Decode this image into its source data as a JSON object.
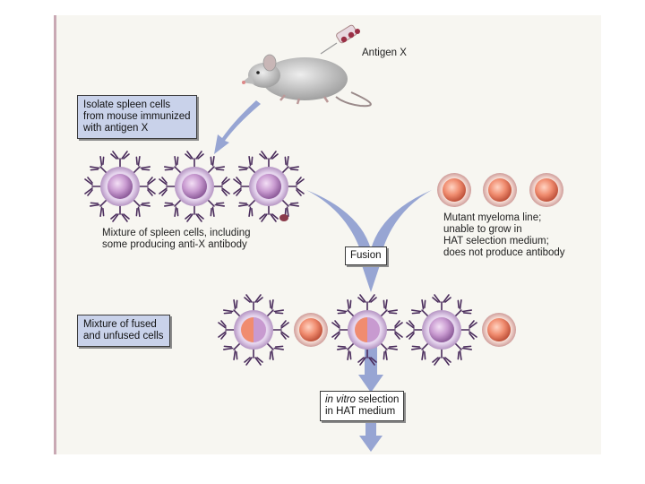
{
  "labels": {
    "antigen": "Antigen X",
    "isolate_box": [
      "Isolate spleen cells",
      "from mouse immunized",
      "with antigen X"
    ],
    "spleen_caption": [
      "Mixture of spleen cells, including",
      "some producing anti-X antibody"
    ],
    "myeloma_caption": [
      "Mutant myeloma line;",
      "unable to grow in",
      "HAT selection medium;",
      "does not produce antibody"
    ],
    "fusion_box": "Fusion",
    "mixture_box": [
      "Mixture of fused",
      "and unfused cells"
    ],
    "selection_italic": "in vitro",
    "selection_rest": " selection",
    "selection_line2": "in HAT medium"
  },
  "colors": {
    "panel": "#f7f6f1",
    "arrow": "#97a5d3",
    "spleen_cell": "#c89ad0",
    "myeloma_cell": "#f08c6f",
    "antibody": "#4a2c5c",
    "label_box": "#c9d2ea"
  }
}
